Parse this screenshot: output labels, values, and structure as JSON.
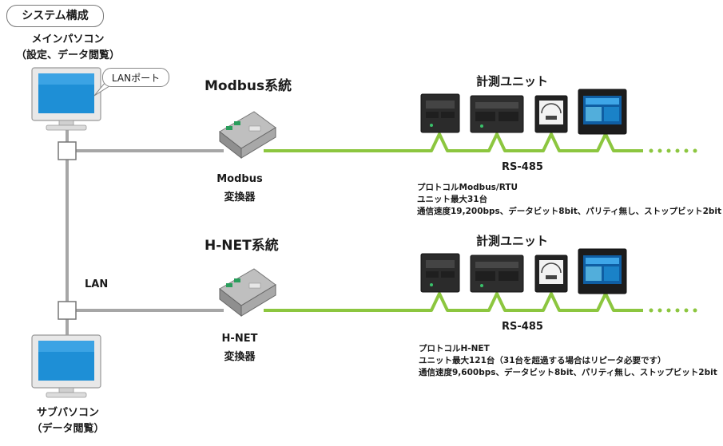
{
  "title": "システム構成",
  "main_pc": {
    "line1": "メインパソコン",
    "line2": "（設定、データ閲覧）"
  },
  "sub_pc": {
    "line1": "サブパソコン",
    "line2": "（データ閲覧）"
  },
  "lan_port_callout": "LANポート",
  "lan_label": "LAN",
  "modbus": {
    "system_label": "Modbus系統",
    "converter_line1": "Modbus",
    "converter_line2": "変換器",
    "units_label": "計測ユニット",
    "bus_label": "RS-485",
    "notes": [
      "プロトコルModbus/RTU",
      "ユニット最大31台",
      "通信速度19,200bps、データビット8bit、パリティ無し、ストップビット2bit"
    ]
  },
  "hnet": {
    "system_label": "H-NET系統",
    "converter_line1": "H-NET",
    "converter_line2": "変換器",
    "units_label": "計測ユニット",
    "bus_label": "RS-485",
    "notes": [
      "プロトコルH-NET",
      "ユニット最大121台（31台を超過する場合はリピータ必要です）",
      "通信速度9,600bps、データビット8bit、パリティ無し、ストップビット2bit"
    ]
  },
  "colors": {
    "bus_green": "#8cc63f",
    "lan_gray": "#a6a6a6",
    "screen_blue": "#1e8fd6"
  }
}
